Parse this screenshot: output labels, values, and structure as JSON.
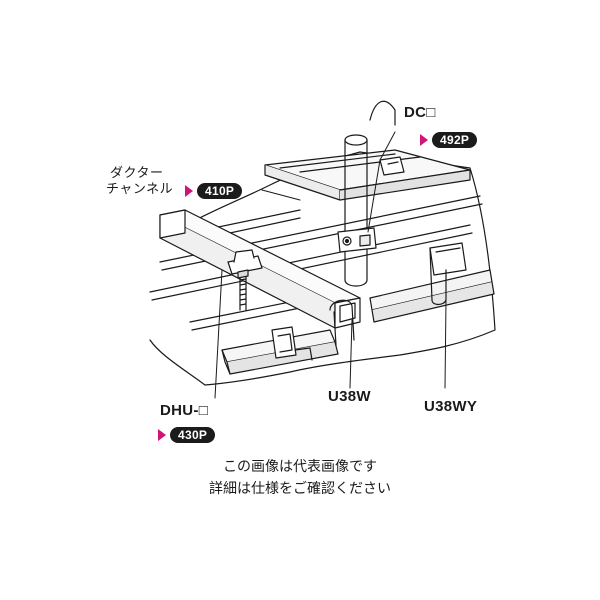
{
  "labels": {
    "dc": {
      "name": "DC□",
      "page": "492P"
    },
    "duct": {
      "line1": "ダクター",
      "line2": "チャンネル",
      "page": "410P"
    },
    "dhu": {
      "name": "DHU-□",
      "page": "430P"
    },
    "u38w": {
      "name": "U38W"
    },
    "u38wy": {
      "name": "U38WY"
    }
  },
  "caption": {
    "line1": "この画像は代表画像です",
    "line2": "詳細は仕様をご確認ください"
  },
  "colors": {
    "accent": "#d0157a",
    "pill": "#1b1b1b",
    "line": "#1a1a1a"
  }
}
